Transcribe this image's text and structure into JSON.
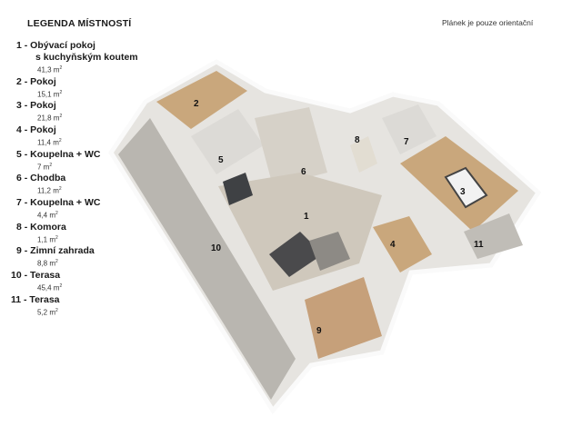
{
  "legend": {
    "title": "LEGENDA MÍSTNOSTÍ",
    "rooms": [
      {
        "label": "1 - Obývací pokoj",
        "label2": "s kuchyňským koutem",
        "area": "41,3 m",
        "number": "1"
      },
      {
        "label": "2 - Pokoj",
        "area": "15,1 m",
        "number": "2"
      },
      {
        "label": "3 - Pokoj",
        "area": "21,8 m",
        "number": "3"
      },
      {
        "label": "4 - Pokoj",
        "area": "11,4 m",
        "number": "4"
      },
      {
        "label": "5 - Koupelna + WC",
        "area": "7 m",
        "number": "5"
      },
      {
        "label": "6 - Chodba",
        "area": "11,2 m",
        "number": "6"
      },
      {
        "label": "7 - Koupelna + WC",
        "area": "4,4 m",
        "number": "7"
      },
      {
        "label": "8 - Komora",
        "area": "1,1 m",
        "number": "8"
      },
      {
        "label": "9 - Zimní zahrada",
        "area": "8,8 m",
        "number": "9"
      },
      {
        "label": "10 - Terasa",
        "area": "45,4 m",
        "number": "10"
      },
      {
        "label": "11 - Terasa",
        "area": "5,2 m",
        "number": "11"
      }
    ],
    "unit_exp": "2"
  },
  "note": "Plánek je pouze orientační",
  "colors": {
    "wood": "#c9a77c",
    "floor": "#d9d4cc",
    "wall": "#f4f4f2",
    "terrace": "#b9b6b0"
  }
}
